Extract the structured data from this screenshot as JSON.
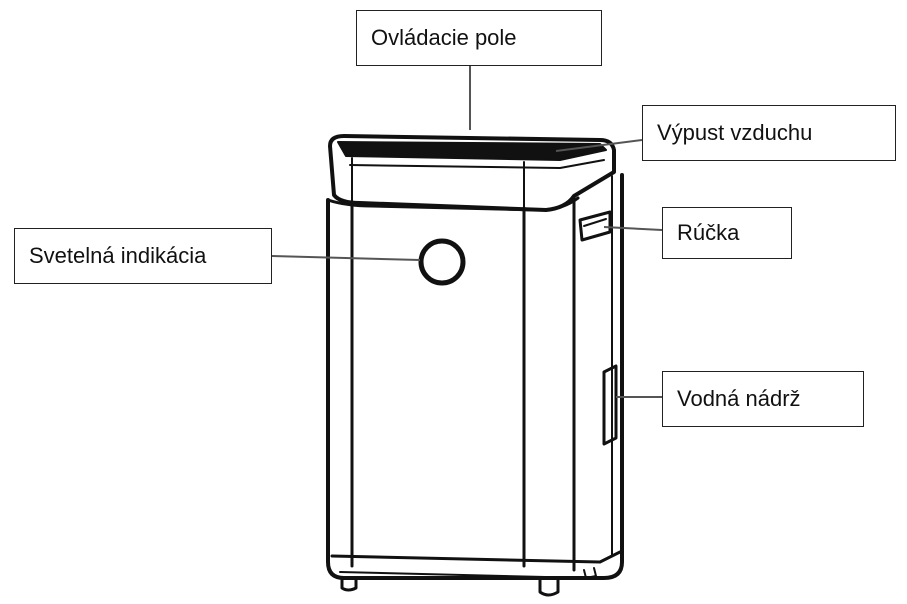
{
  "labels": {
    "control_panel": "Ovládacie pole",
    "air_outlet": "Výpust vzduchu",
    "light_indicator": "Svetelná indikácia",
    "handle": "Rúčka",
    "water_tank": "Vodná nádrž"
  },
  "colors": {
    "outline": "#111111",
    "leader_line": "#555555",
    "background": "#ffffff"
  }
}
